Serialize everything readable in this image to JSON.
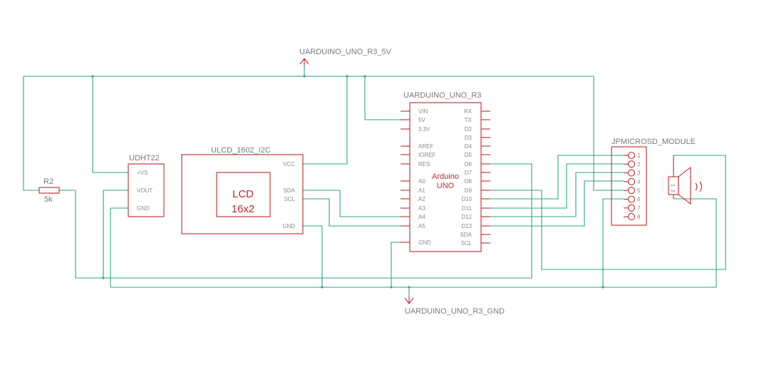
{
  "colors": {
    "wire": "#2aa87a",
    "part": "#c0292b",
    "text": "#7a7a7a"
  },
  "nets": {
    "vcc": "UARDUINO_UNO_R3_5V",
    "gnd": "UARDUINO_UNO_R3_GND"
  },
  "resistor": {
    "name": "R2",
    "value": "5k"
  },
  "dht": {
    "name": "UDHT22",
    "pins": [
      "+VS",
      "VOUT",
      "GND"
    ]
  },
  "lcd": {
    "name": "ULCD_1602_I2C",
    "text1": "LCD",
    "text2": "16x2",
    "pins": [
      "VCC",
      "SDA",
      "SCL",
      "GND"
    ]
  },
  "arduino": {
    "name": "UARDUINO_UNO_R3",
    "text1": "Arduino",
    "text2": "UNO",
    "left_pins": [
      "VIN",
      "5V",
      "3.3V",
      "AREF",
      "IOREF",
      "RES",
      "A0",
      "A1",
      "A2",
      "A3",
      "A4",
      "A5",
      "GND"
    ],
    "right_pins": [
      "RX",
      "TX",
      "D2",
      "D3",
      "D4",
      "D5",
      "D6",
      "D7",
      "D8",
      "D9",
      "D10",
      "D11",
      "D12",
      "D13",
      "SDA",
      "SCL"
    ]
  },
  "sd": {
    "name": "JPMICROSD_MODULE",
    "pins": [
      "1",
      "2",
      "3",
      "4",
      "5",
      "6",
      "7",
      "8"
    ]
  },
  "speaker": {
    "pins": [
      "1",
      "2"
    ]
  }
}
